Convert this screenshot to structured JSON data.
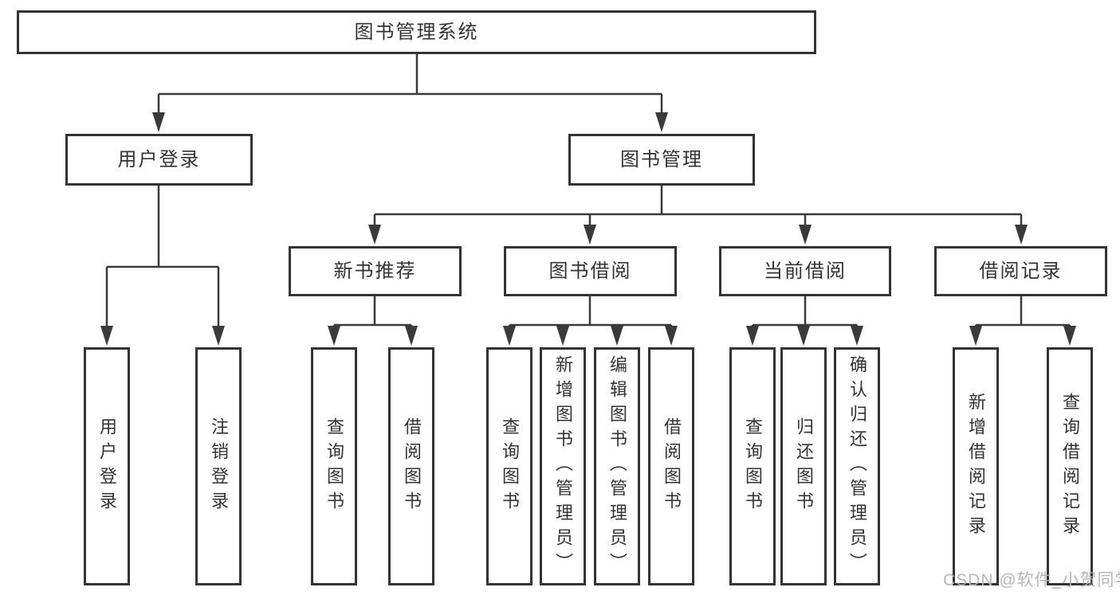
{
  "diagram_title": "图书管理系统",
  "tree": {
    "label": "图书管理系统",
    "children": [
      {
        "label": "用户登录",
        "children": [
          {
            "label": "用户登录"
          },
          {
            "label": "注销登录"
          }
        ]
      },
      {
        "label": "图书管理",
        "children": [
          {
            "label": "新书推荐",
            "children": [
              {
                "label": "查询图书"
              },
              {
                "label": "借阅图书"
              }
            ]
          },
          {
            "label": "图书借阅",
            "children": [
              {
                "label": "查询图书"
              },
              {
                "label": "新增图书（管理员）"
              },
              {
                "label": "编辑图书（管理员）"
              },
              {
                "label": "借阅图书"
              }
            ]
          },
          {
            "label": "当前借阅",
            "children": [
              {
                "label": "查询图书"
              },
              {
                "label": "归还图书"
              },
              {
                "label": "确认归还（管理员）"
              }
            ]
          },
          {
            "label": "借阅记录",
            "children": [
              {
                "label": "新增借阅记录"
              },
              {
                "label": "查询借阅记录"
              }
            ]
          }
        ]
      }
    ]
  },
  "watermark": "CSDN @软件_小贺同学",
  "colors": {
    "line": "#3a3a3a",
    "box_border": "#333333",
    "box_fill": "#ffffff",
    "text": "#333333",
    "watermark": "#b2b2b2",
    "background": "#ffffff"
  }
}
